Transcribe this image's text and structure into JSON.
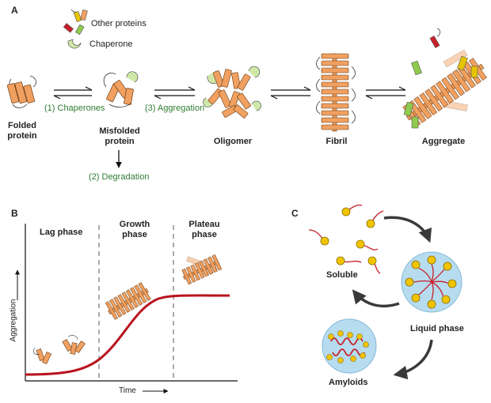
{
  "panel_a": {
    "letter": "A",
    "legend": {
      "other_proteins": "Other proteins",
      "chaperone": "Chaperone"
    },
    "stages": {
      "folded": [
        "Folded",
        "protein"
      ],
      "misfolded": [
        "Misfolded",
        "protein"
      ],
      "oligomer": "Oligomer",
      "fibril": "Fibril",
      "aggregate": "Aggregate"
    },
    "steps": {
      "chaperones": "(1) Chaperones",
      "aggregation": "(3) Aggregation",
      "degradation": "(2) Degradation"
    }
  },
  "panel_b": {
    "letter": "B",
    "phases": {
      "lag": "Lag phase",
      "growth": [
        "Growth",
        "phase"
      ],
      "plateau": [
        "Plateau",
        "phase"
      ]
    },
    "ylabel": "Aggregation",
    "xlabel": "Time"
  },
  "panel_c": {
    "letter": "C",
    "soluble": "Soluble",
    "liquid": "Liquid phase",
    "amyloids": "Amyloids"
  },
  "colors": {
    "orange": "#f0a060",
    "dark_red": "#b8141e",
    "green_text": "#2e7d32",
    "droplet": "#b7dcef",
    "yellow": "#f2c400"
  }
}
